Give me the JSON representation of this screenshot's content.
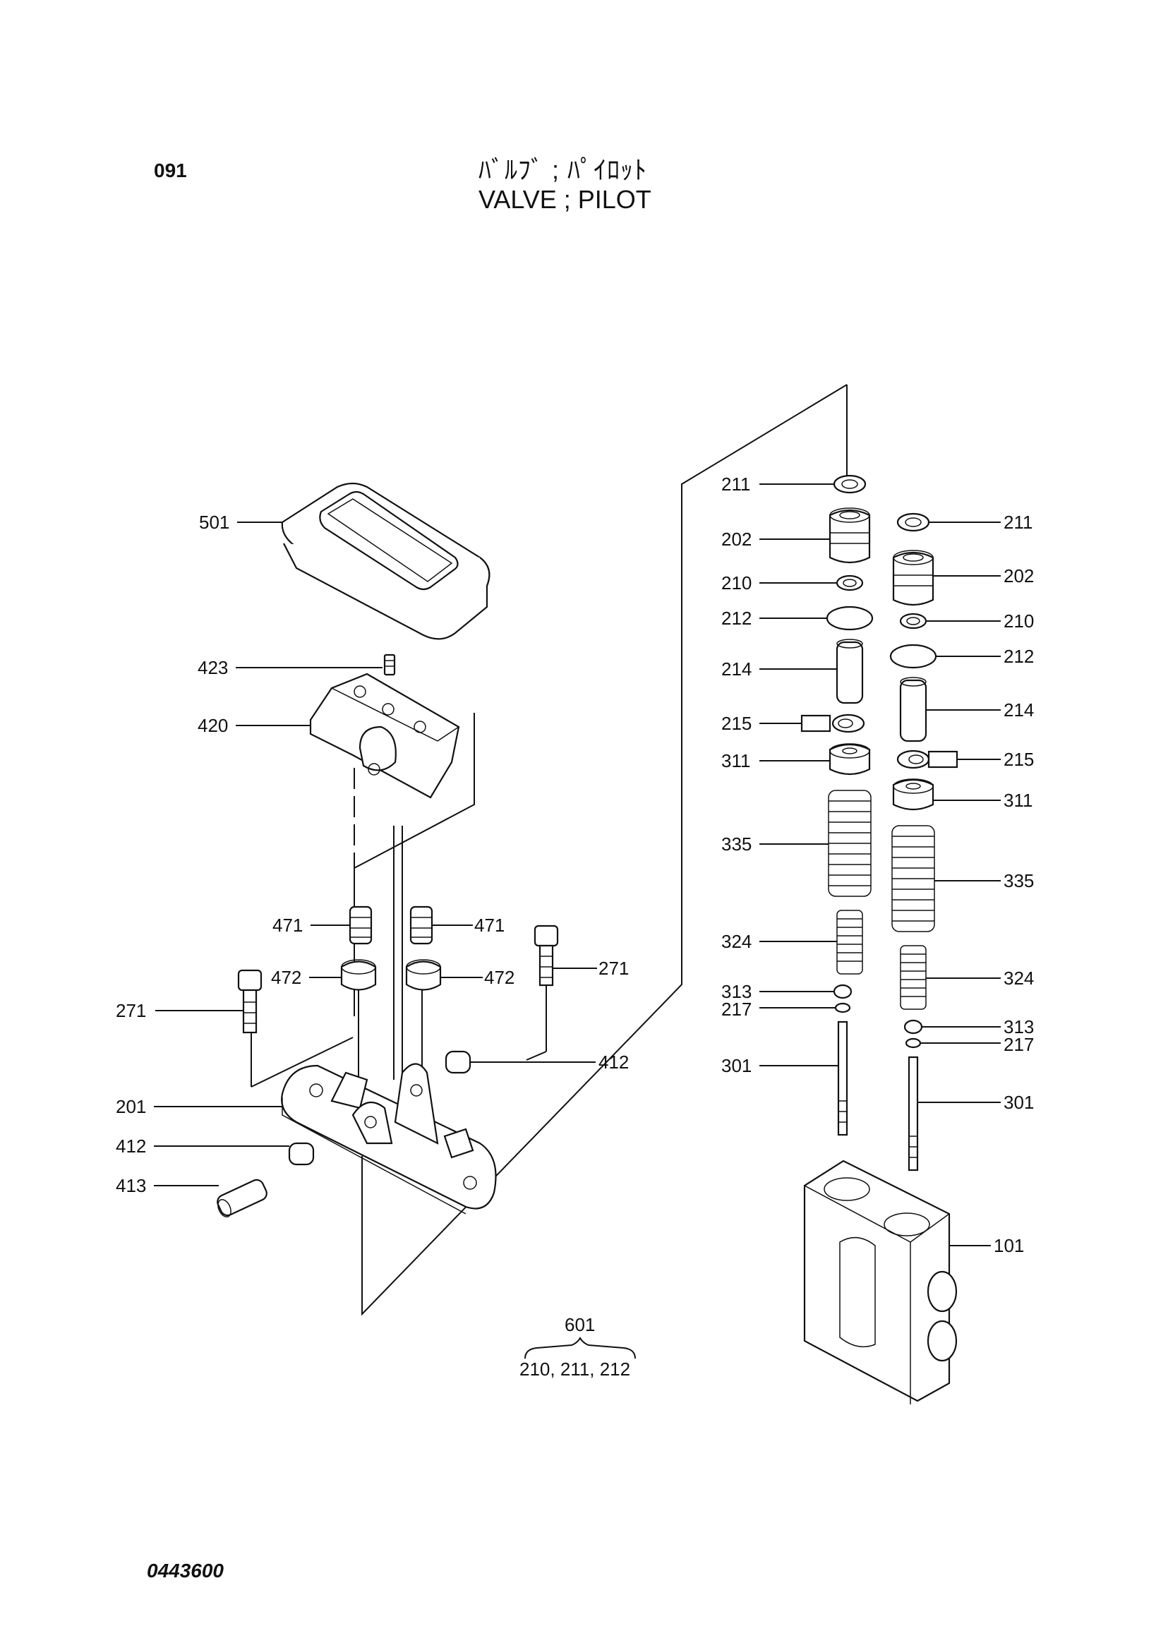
{
  "header": {
    "page_number": "091",
    "title_jp": "ﾊﾞﾙﾌﾞ ; ﾊﾟｲﾛｯﾄ",
    "title_en": "VALVE ; PILOT"
  },
  "callouts": {
    "c501": "501",
    "c423": "423",
    "c420": "420",
    "c471a": "471",
    "c471b": "471",
    "c472a": "472",
    "c472b": "472",
    "c271a": "271",
    "c271b": "271",
    "c412a": "412",
    "c412b": "412",
    "c201": "201",
    "c413": "413",
    "c211a": "211",
    "c211b": "211",
    "c202a": "202",
    "c202b": "202",
    "c210a": "210",
    "c210b": "210",
    "c212a": "212",
    "c212b": "212",
    "c214a": "214",
    "c214b": "214",
    "c215a": "215",
    "c215b": "215",
    "c311a": "311",
    "c311b": "311",
    "c335a": "335",
    "c335b": "335",
    "c324a": "324",
    "c324b": "324",
    "c313a": "313",
    "c313b": "313",
    "c217a": "217",
    "c217b": "217",
    "c301a": "301",
    "c301b": "301",
    "c101": "101"
  },
  "kit": {
    "number": "601",
    "contents": "210, 211, 212"
  },
  "footer": {
    "drawing_number": "0443600"
  }
}
